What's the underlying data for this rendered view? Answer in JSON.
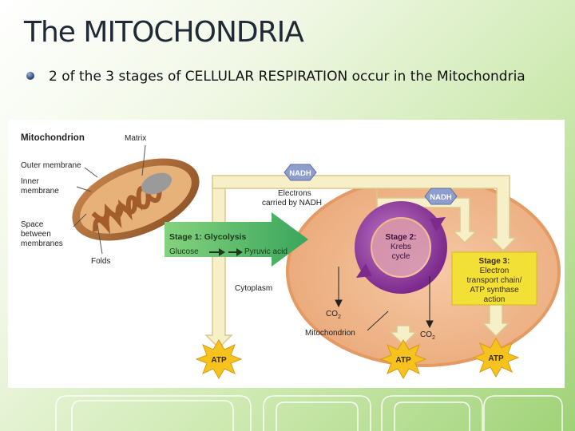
{
  "slide": {
    "title": "The MITOCHONDRIA",
    "bullet": "2 of the 3 stages of CELLULAR RESPIRATION occur in the Mitochondria"
  },
  "diagram": {
    "inset": {
      "heading": "Mitochondrion",
      "matrix": "Matrix",
      "outer_membrane": "Outer membrane",
      "inner_membrane": [
        "Inner",
        "membrane"
      ],
      "space": [
        "Space",
        "between",
        "membranes"
      ],
      "folds": "Folds"
    },
    "nadh_top": "NADH",
    "nadh_right": "NADH",
    "electrons": [
      "Electrons",
      "carried by NADH"
    ],
    "stage1_title": "Stage 1: Glycolysis",
    "glucose": "Glucose",
    "pyruvic": "Pyruvic acid",
    "cytoplasm": "Cytoplasm",
    "stage2": [
      "Stage 2:",
      "Krebs",
      "cycle"
    ],
    "stage3": [
      "Stage 3:",
      "Electron",
      "transport chain/",
      "ATP synthase",
      "action"
    ],
    "co2_left": "CO",
    "co2_right": "CO",
    "co2_sub": "2",
    "mitochondrion_label": "Mitochondrion",
    "atp_1": "ATP",
    "atp_2": "ATP",
    "atp_3": "ATP",
    "colors": {
      "arrow_fill": "#f6efc8",
      "arrow_stroke": "#d9c98e",
      "mito_fill": "#f2b98f",
      "inner_fill": "#e9a579",
      "stage1": "#5fbf72",
      "krebs": "#9a3ea8",
      "stage3_box": "#f3e036",
      "atp_star": "#f6c31e"
    }
  }
}
